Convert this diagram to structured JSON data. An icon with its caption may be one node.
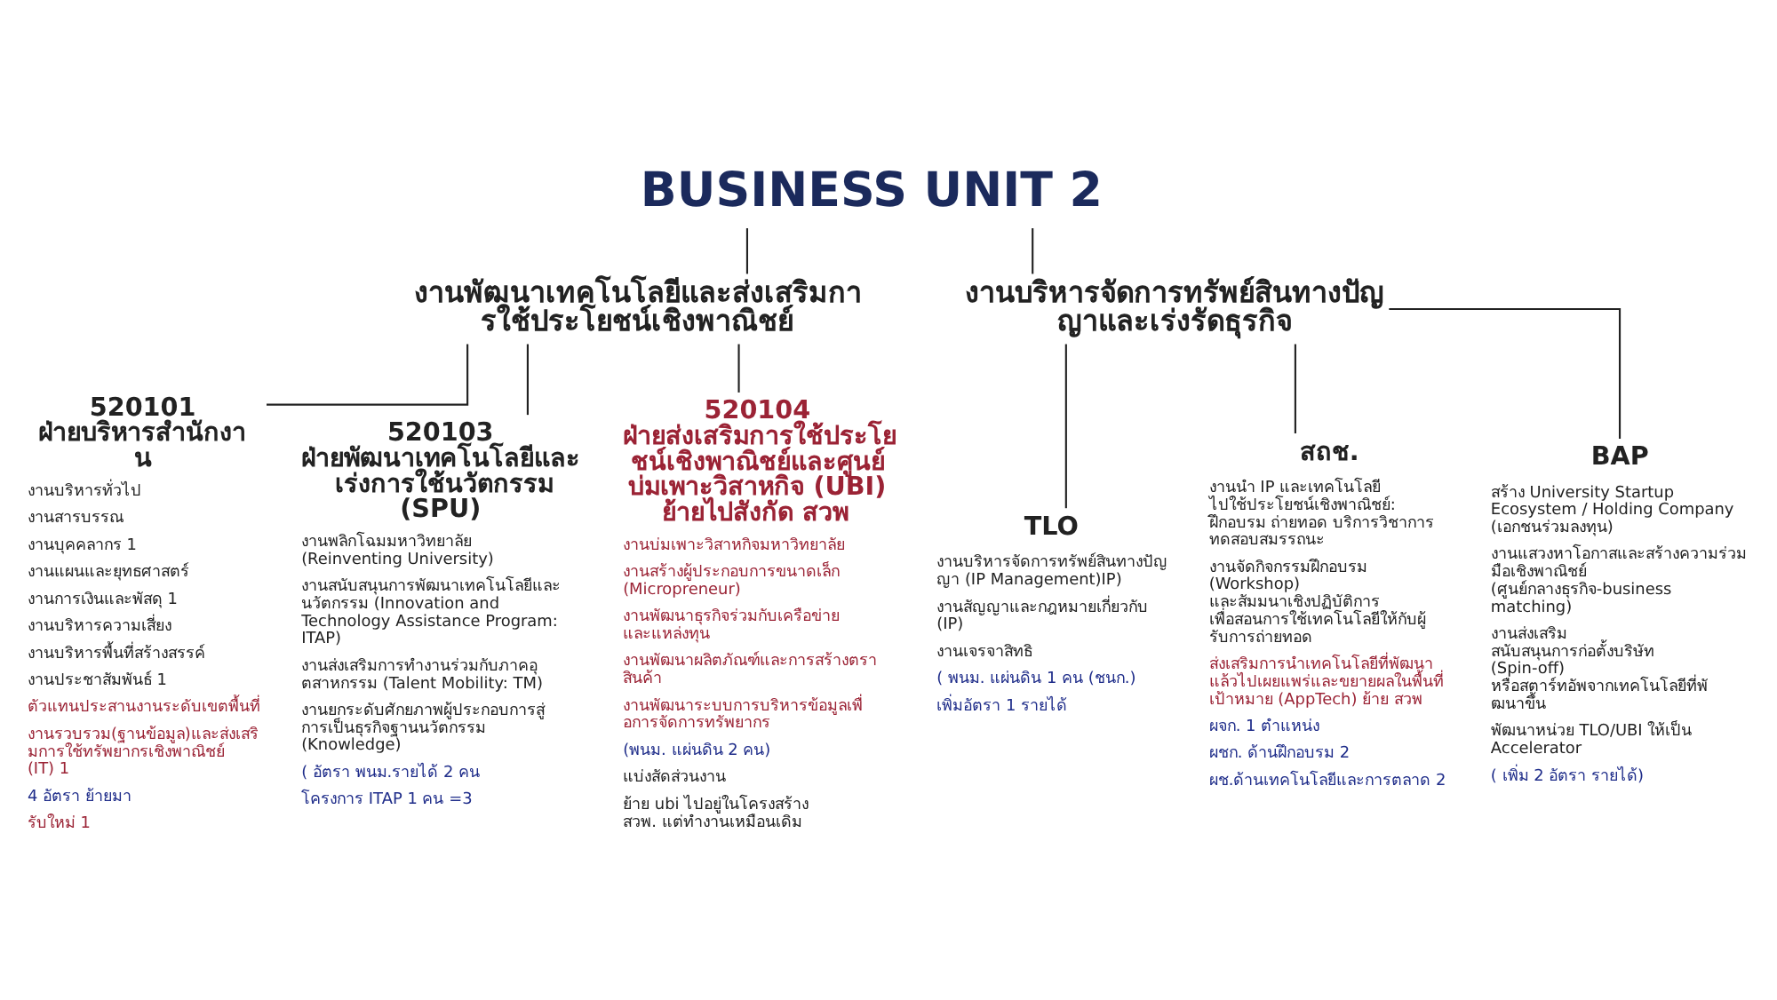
{
  "diagram": {
    "nodes": [
      {
        "text": [
          "BUSINESS UNIT 2"
        ]
      },
      {
        "text": [
          "งานพัฒนาเทคโนโลยีและส่งเสริมการใช้ประโยชน์เชิงพาณิชย์"
        ]
      },
      {
        "text": [
          "งานบริหารจัดการทรัพย์สินทางปัญญาและเร่งรัดธุรกิจ"
        ]
      },
      {
        "text": [
          "520101 ฝ่ายบริหารสำนักงาน",
          "งานบริหารทั่วไป",
          "งานสารบรรณ",
          "งานบุคคลากร 1",
          "งานแผนและยุทธศาสตร์",
          "งานการเงินและพัสดุ 1",
          "งานบริหารความเสี่ยง",
          "งานบริหารพื้นที่สร้างสรรค์",
          "งานประชาสัมพันธ์ 1",
          "ตัวแทนประสานงานระดับเขตพื้นที่",
          "งานรวบรวม(ฐานข้อมูล)และส่งเสริมการใช้ทรัพยากรเชิงพาณิชย์ (IT) 1",
          "4 อัตรา ย้ายมา",
          "รับใหม่ 1"
        ]
      },
      {
        "text": [
          "520103 ฝ่ายพัฒนาเทคโนโลยีและเร่งการใช้นวัตกรรม (SPU)",
          "งานพลิกโฉมมหาวิทยาลัย (Reinventing University)",
          "งานสนับสนุนการพัฒนาเทคโนโลยีและนวัตกรรม (Innovation and Technology Assistance Program: ITAP)",
          "งานส่งเสริมการทำงานร่วมกับภาคอุตสาหกรรม (Talent Mobility: TM)",
          "งานยกระดับศักยภาพผู้ประกอบการสู่การเป็นธุรกิจฐานนวัตกรรม (Knowledge)",
          "( อัตรา พนม.รายได้ 2 คน",
          "โครงการ ITAP 1 คน =3"
        ]
      },
      {
        "text": [
          "520104 ฝ่ายส่งเสริมการใช้ประโยชน์เชิงพาณิชย์และศูนย์บ่มเพาะวิสาหกิจ (UBI) ย้ายไปสังกัด สวพ",
          "งานบ่มเพาะวิสาหกิจมหาวิทยาลัย",
          "งานสร้างผู้ประกอบการขนาดเล็ก (Micropreneur)",
          "งานพัฒนาธุรกิจร่วมกับเครือข่ายและแหล่งทุน",
          "งานพัฒนาผลิตภัณฑ์และการสร้างตราสินค้า",
          "งานพัฒนาระบบการบริหารข้อมูลเพื่อการจัดการทรัพยากร",
          "(พนม. แผ่นดิน 2 คน)",
          "แบ่งสัดส่วนงาน",
          "ย้าย ubi ไปอยู่ในโครงสร้าง สวพ. แต่ทำงานเหมือนเดิม"
        ]
      },
      {
        "text": [
          "TLO",
          "งานบริหารจัดการทรัพย์สินทางปัญญา (IP Management)IP)",
          "งานสัญญาและกฎหมายเกี่ยวกับ (IP)",
          "งานเจรจาสิทธิ",
          "( พนม. แผ่นดิน 1 คน (ชนก.)",
          "เพิ่มอัตรา 1 รายได้"
        ]
      },
      {
        "text": [
          "สถช.",
          "งานนำ IP และเทคโนโลยี ไปใช้ประโยชน์เชิงพาณิชย์: ฝึกอบรม ถ่ายทอด บริการวิชาการ ทดสอบสมรรถนะ",
          "งานจัดกิจกรรมฝึกอบรม (Workshop) และสัมมนาเชิงปฏิบัติการ เพื่อสอนการใช้เทคโนโลยีให้กับผู้รับการถ่ายทอด",
          "ส่งเสริมการนำเทคโนโลยีที่พัฒนาแล้วไปเผยแพร่และขยายผลในพื้นที่เป้าหมาย (AppTech) ย้าย สวพ",
          "ผจก. 1 ตำแหน่ง",
          "ผชก. ด้านฝึกอบรม 2",
          "ผช.ด้านเทคโนโลยีและการตลาด 2"
        ]
      },
      {
        "text": [
          "BAP",
          "สร้าง University Startup Ecosystem / Holding Company (เอกชนร่วมลงทุน)",
          "งานแสวงหาโอกาสและสร้างความร่วมมือเชิงพาณิชย์ (ศูนย์กลางธุรกิจ-business matching)",
          "งานส่งเสริม สนับสนุนการก่อตั้งบริษัท (Spin-off) หรือสตาร์ทอัพจากเทคโนโลยีที่พัฒนาขึ้น",
          "พัฒนาหน่วย TLO/UBI ให้เป็น Accelerator",
          "( เพิ่ม 2 อัตรา รายได้)"
        ]
      }
    ],
    "edges": [
      {
        "from": 0,
        "to": 1,
        "arrow": "none"
      },
      {
        "from": 0,
        "to": 2,
        "arrow": "none"
      },
      {
        "from": 1,
        "to": 3,
        "arrow": "none"
      },
      {
        "from": 1,
        "to": 4,
        "arrow": "none"
      },
      {
        "from": 1,
        "to": 5,
        "arrow": "none"
      },
      {
        "from": 2,
        "to": 6,
        "arrow": "none"
      },
      {
        "from": 2,
        "to": 7,
        "arrow": "none"
      },
      {
        "from": 2,
        "to": 8,
        "arrow": "none"
      }
    ]
  }
}
